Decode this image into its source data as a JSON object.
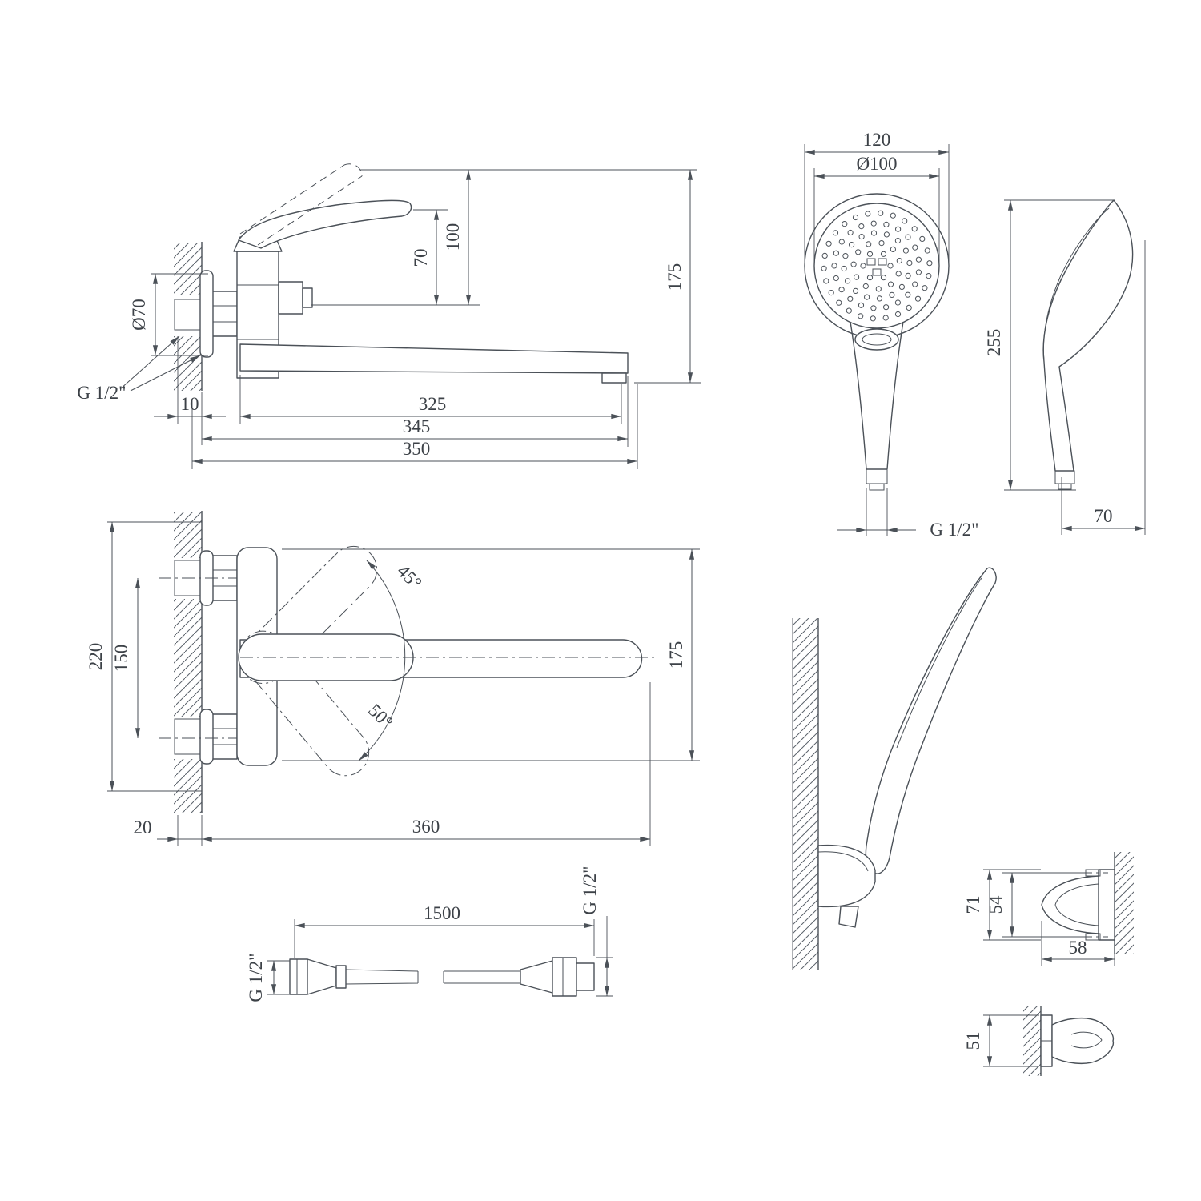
{
  "drawing": {
    "faucet_side": {
      "h100": "100",
      "h70": "70",
      "h175": "175",
      "flange": "Ø70",
      "thread": "G 1/2\"",
      "off10": "10",
      "l325": "325",
      "l345": "345",
      "l350": "350"
    },
    "faucet_top": {
      "h220": "220",
      "c150": "150",
      "h175": "175",
      "a45": "45°",
      "a50": "50°",
      "w20": "20",
      "l360": "360"
    },
    "hose": {
      "l1500": "1500",
      "thread_a": "G 1/2\"",
      "thread_b": "G 1/2\""
    },
    "head_front": {
      "w120": "120",
      "d100": "Ø100",
      "thread": "G 1/2\""
    },
    "head_side": {
      "h255": "255",
      "d70": "70"
    },
    "bracket": {
      "h71": "71",
      "c54": "54",
      "d58": "58",
      "h51": "51"
    }
  }
}
